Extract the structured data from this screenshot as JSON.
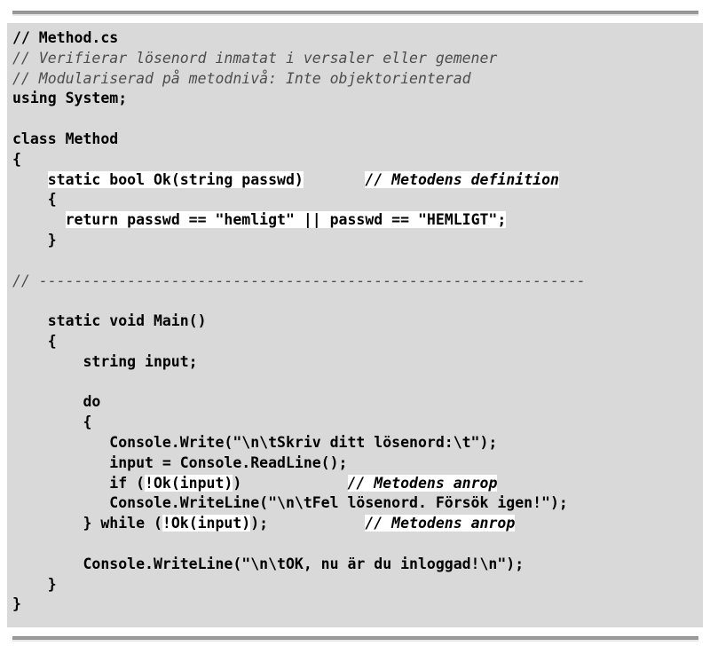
{
  "document": {
    "kind": "source-code-listing",
    "language": "C#",
    "file_name": "Method.cs",
    "background_color": "#d9d9d9",
    "highlight_color": "#ffffff",
    "text_color": "#000000",
    "comment_color": "#4d4d4d",
    "rule_color": "#9a9a9a"
  },
  "code": {
    "lines": [
      {
        "id": "l01",
        "segments": [
          {
            "text": "// Method.cs",
            "style": "plain"
          }
        ]
      },
      {
        "id": "l02",
        "segments": [
          {
            "text": "// Verifierar lösenord inmatat i versaler eller gemener",
            "style": "comment"
          }
        ]
      },
      {
        "id": "l03",
        "segments": [
          {
            "text": "// Modulariserad på metodnivå: Inte objektorienterad",
            "style": "comment"
          }
        ]
      },
      {
        "id": "l04",
        "segments": [
          {
            "text": "using System;",
            "style": "plain"
          }
        ]
      },
      {
        "id": "l05",
        "segments": [
          {
            "text": "",
            "style": "plain"
          }
        ]
      },
      {
        "id": "l06",
        "segments": [
          {
            "text": "class Method",
            "style": "plain"
          }
        ]
      },
      {
        "id": "l07",
        "segments": [
          {
            "text": "{",
            "style": "plain"
          }
        ]
      },
      {
        "id": "l08",
        "segments": [
          {
            "text": "    ",
            "style": "plain"
          },
          {
            "text": "static bool Ok(string passwd)",
            "style": "highlight"
          },
          {
            "text": "       ",
            "style": "plain"
          },
          {
            "text": "// Metodens definition",
            "style": "comment-bold-highlight"
          }
        ]
      },
      {
        "id": "l09",
        "segments": [
          {
            "text": "    {",
            "style": "plain"
          }
        ]
      },
      {
        "id": "l10",
        "segments": [
          {
            "text": "      ",
            "style": "plain"
          },
          {
            "text": "return passwd == \"hemligt\" || passwd == \"HEMLIGT\";",
            "style": "highlight"
          }
        ]
      },
      {
        "id": "l11",
        "segments": [
          {
            "text": "    }",
            "style": "plain"
          }
        ]
      },
      {
        "id": "l12",
        "segments": [
          {
            "text": "",
            "style": "plain"
          }
        ]
      },
      {
        "id": "l13",
        "segments": [
          {
            "text": "// --------------------------------------------------------------",
            "style": "comment"
          }
        ]
      },
      {
        "id": "l14",
        "segments": [
          {
            "text": "",
            "style": "plain"
          }
        ]
      },
      {
        "id": "l15",
        "segments": [
          {
            "text": "    static void Main()",
            "style": "plain"
          }
        ]
      },
      {
        "id": "l16",
        "segments": [
          {
            "text": "    {",
            "style": "plain"
          }
        ]
      },
      {
        "id": "l17",
        "segments": [
          {
            "text": "        string input;",
            "style": "plain"
          }
        ]
      },
      {
        "id": "l18",
        "segments": [
          {
            "text": "",
            "style": "plain"
          }
        ]
      },
      {
        "id": "l19",
        "segments": [
          {
            "text": "        do",
            "style": "plain"
          }
        ]
      },
      {
        "id": "l20",
        "segments": [
          {
            "text": "        {",
            "style": "plain"
          }
        ]
      },
      {
        "id": "l21",
        "segments": [
          {
            "text": "           Console.Write(\"\\n\\tSkriv ditt lösenord:\\t\");",
            "style": "plain"
          }
        ]
      },
      {
        "id": "l22",
        "segments": [
          {
            "text": "           input = Console.ReadLine();",
            "style": "plain"
          }
        ]
      },
      {
        "id": "l23",
        "segments": [
          {
            "text": "           if (",
            "style": "plain"
          },
          {
            "text": "!Ok(input)",
            "style": "highlight"
          },
          {
            "text": ")            ",
            "style": "plain"
          },
          {
            "text": "// Metodens anrop",
            "style": "comment-bold-highlight"
          }
        ]
      },
      {
        "id": "l24",
        "segments": [
          {
            "text": "           Console.WriteLine(\"\\n\\tFel lösenord. Försök igen!\");",
            "style": "plain"
          }
        ]
      },
      {
        "id": "l25",
        "segments": [
          {
            "text": "        } while (",
            "style": "plain"
          },
          {
            "text": "!Ok(input)",
            "style": "highlight"
          },
          {
            "text": ");           ",
            "style": "plain"
          },
          {
            "text": "// Metodens anrop",
            "style": "comment-bold-highlight"
          }
        ]
      },
      {
        "id": "l26",
        "segments": [
          {
            "text": "",
            "style": "plain"
          }
        ]
      },
      {
        "id": "l27",
        "segments": [
          {
            "text": "        Console.WriteLine(\"\\n\\tOK, nu är du inloggad!\\n\");",
            "style": "plain"
          }
        ]
      },
      {
        "id": "l28",
        "segments": [
          {
            "text": "    }",
            "style": "plain"
          }
        ]
      },
      {
        "id": "l29",
        "segments": [
          {
            "text": "}",
            "style": "plain"
          }
        ]
      }
    ]
  }
}
